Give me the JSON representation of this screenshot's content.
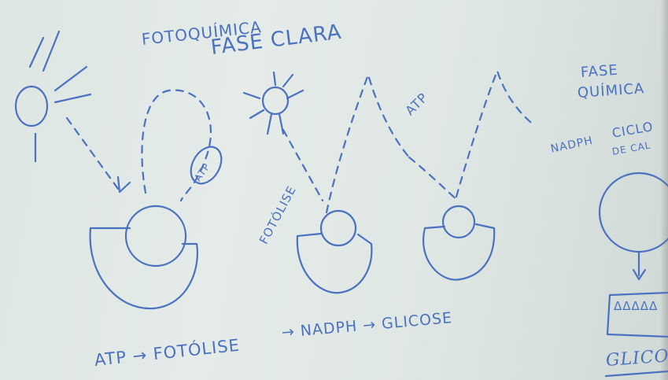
{
  "sketch": {
    "title_photochemical": "FOTOQUÍMICA",
    "title_light_phase": "FASE CLARA",
    "title_chemical_phase_1": "FASE",
    "title_chemical_phase_2": "QUÍMICA",
    "atp_bubble": "ATP",
    "atp_label": "ATP",
    "photolysis_label": "FOTÓLISE",
    "nadph_label": "NADPH",
    "calvin_label_1": "CICLO",
    "calvin_label_2": "DE CAL",
    "glucose_chain": {
      "step1": "ATP",
      "arrow1": "→",
      "step2": "FOTÓLISE",
      "arrow2": "→",
      "step3": "NADPH",
      "arrow3": "→",
      "step4": "GLICOSE"
    },
    "glucose_box": "ΔΔΔΔΔ",
    "glucose_label": "GLICO"
  },
  "colors": {
    "ink": "#4a72c0",
    "paper": "#e1e9e6"
  }
}
